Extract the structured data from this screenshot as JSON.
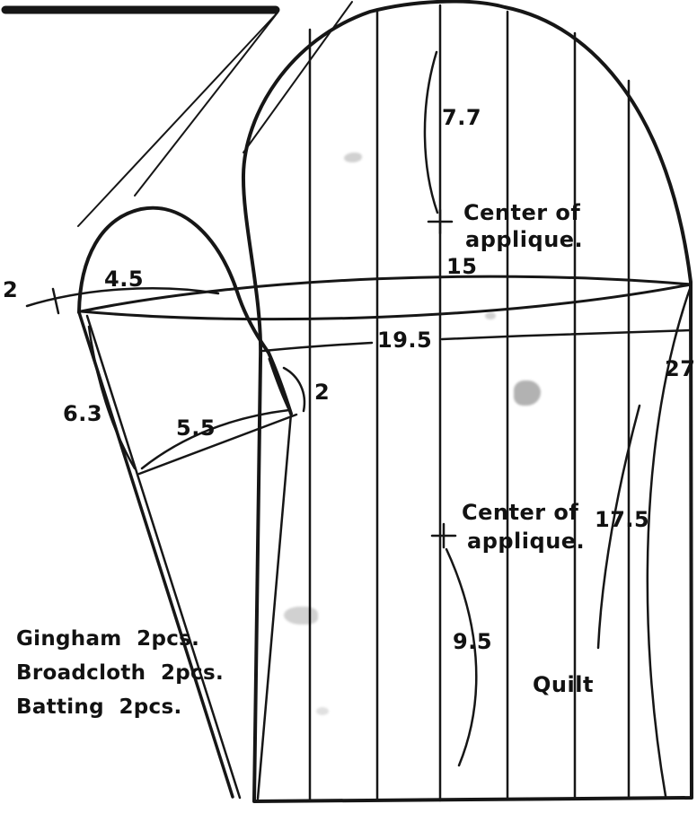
{
  "diagram": {
    "measurements": {
      "top_to_applique": "7.7",
      "opening_width": "15",
      "body_width": "19.5",
      "right_side_height": "27.",
      "lower_right_height": "17.5",
      "applique_to_bottom": "9.5",
      "small_piece_left_width": "2",
      "small_piece_top_width": "4.5",
      "small_piece_notch": "2",
      "small_piece_edge_upper": "6.3",
      "small_piece_edge_lower": "5.5"
    },
    "annotations": {
      "center_applique_line1": "Center of",
      "center_applique_line2": "applique.",
      "quilt_label": "Quilt"
    },
    "materials": [
      "Gingham  2pcs.",
      "Broadcloth  2pcs.",
      "Batting  2pcs."
    ],
    "colors": {
      "ink": "#161616",
      "paper": "#ffffff"
    }
  }
}
